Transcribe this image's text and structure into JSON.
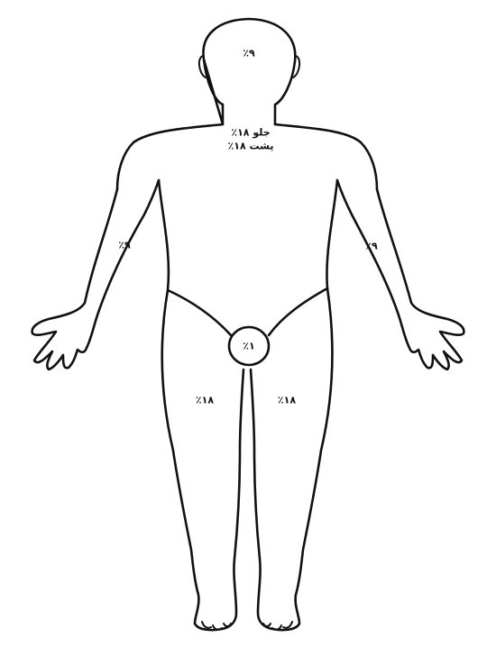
{
  "labels": {
    "head": "٪۹",
    "torso_front": "جلو ۱۸٪",
    "torso_back": "پشت ۱۸٪",
    "arm_left": "٪۹",
    "arm_right": "٪۹",
    "genitals": "٪۱",
    "leg_left": "٪۱۸",
    "leg_right": "٪۱۸"
  }
}
